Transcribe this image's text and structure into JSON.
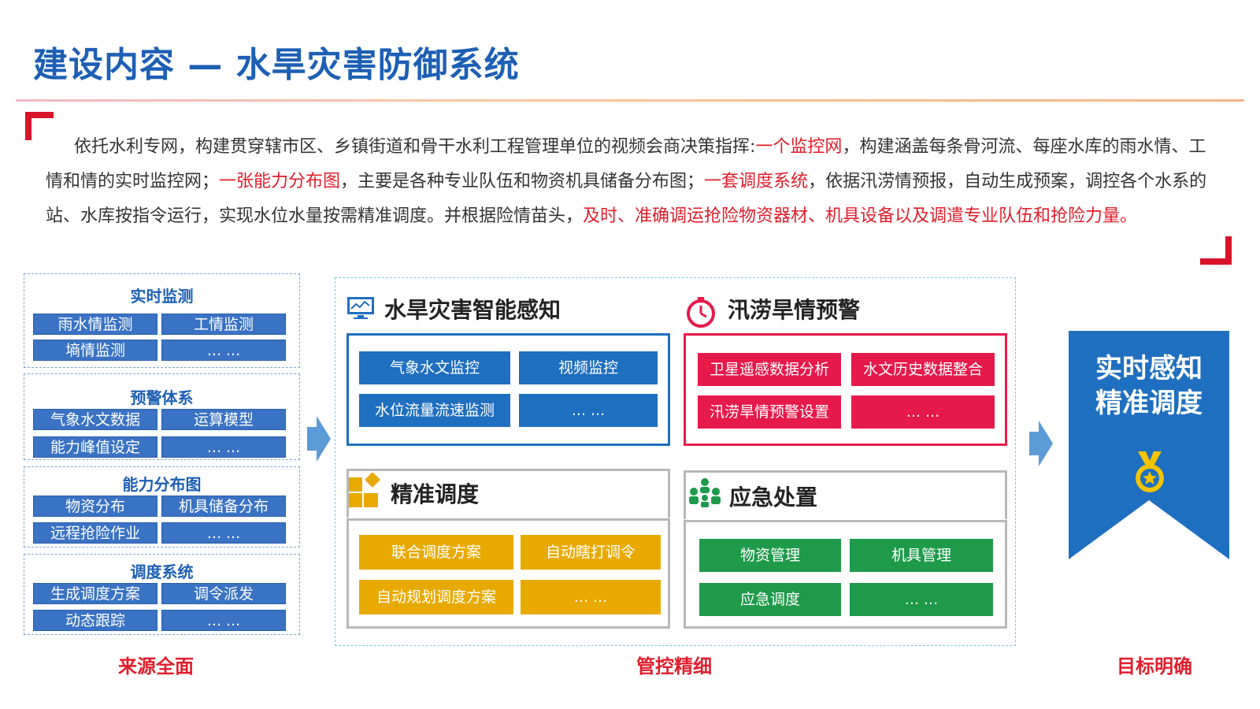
{
  "title": "建设内容 — 水旱灾害防御系统",
  "intro": {
    "p1": "依托水利专网，构建贯穿辖市区、乡镇街道和骨干水利工程管理单位的视频会商决策指挥:",
    "r1": "一个监控网",
    "p2": "，构建涵盖每条骨河流、每座水库的雨水情、工情和情的实时监控网；",
    "r2": "一张能力分布图",
    "p3": "，主要是各种专业队伍和物资机具储备分布图；",
    "r3": "一套调度系统",
    "p4": "，依据汛涝情预报，自动生成预案，调控各个水系的站、水库按指令运行，实现水位水量按需精准调度。并根据险情苗头，",
    "r4": "及时、准确调运抢险物资器材、机具设备以及调遣专业队伍和抢险力量。"
  },
  "left": {
    "sections": [
      {
        "title": "实时监测",
        "items": [
          "雨水情监测",
          "工情监测",
          "墒情监测",
          "... ..."
        ]
      },
      {
        "title": "预警体系",
        "items": [
          "气象水文数据",
          "运算模型",
          "能力峰值设定",
          "... ..."
        ]
      },
      {
        "title": "能力分布图",
        "items": [
          "物资分布",
          "机具储备分布",
          "远程抢险作业",
          "... ..."
        ]
      },
      {
        "title": "调度系统",
        "items": [
          "生成调度方案",
          "调令派发",
          "动态跟踪",
          "... ..."
        ]
      }
    ]
  },
  "center": {
    "perception": {
      "title": "水旱灾害智能感知",
      "items": [
        "气象水文监控",
        "视频监控",
        "水位流量流速监测",
        "... ..."
      ]
    },
    "warning": {
      "title": "汛涝旱情预警",
      "items": [
        "卫星遥感数据分析",
        "水文历史数据整合",
        "汛涝旱情预警设置",
        "... ..."
      ]
    },
    "dispatch": {
      "title": "精准调度",
      "items": [
        "联合调度方案",
        "自动瞎打调令",
        "自动规划调度方案",
        "... ..."
      ]
    },
    "emergency": {
      "title": "应急处置",
      "items": [
        "物资管理",
        "机具管理",
        "应急调度",
        "... ..."
      ]
    }
  },
  "goal": {
    "line1": "实时感知",
    "line2": "精准调度"
  },
  "bottom": {
    "left": "来源全面",
    "center": "管控精细",
    "right": "目标明确"
  },
  "colors": {
    "blue": "#1f6fc0",
    "red": "#e6194b",
    "gold": "#e8aa00",
    "green": "#1e9a4a",
    "title": "#1d5fb4"
  }
}
